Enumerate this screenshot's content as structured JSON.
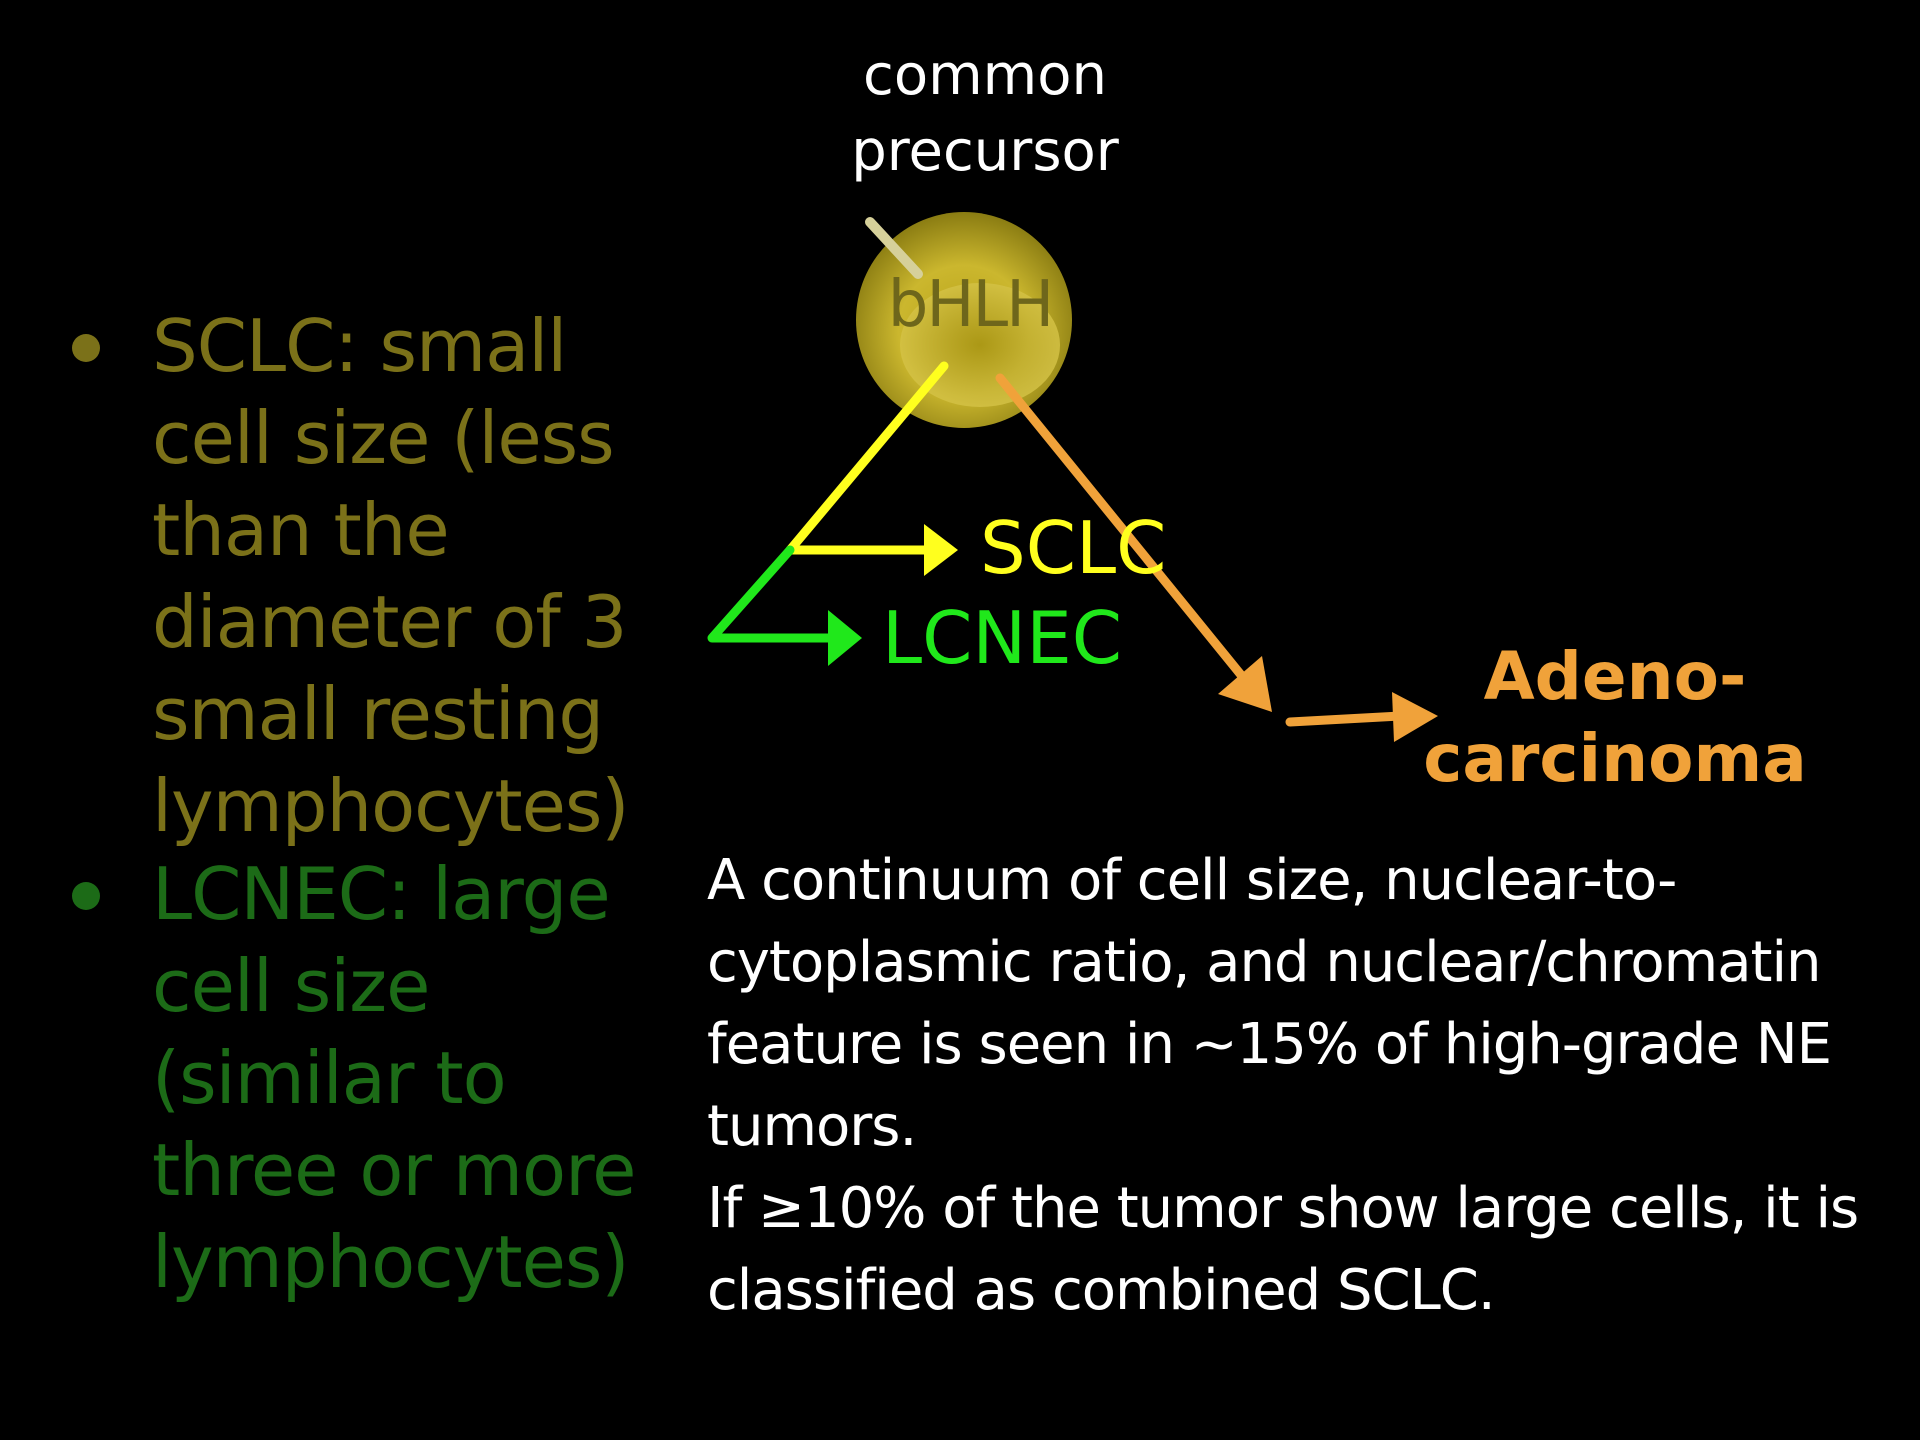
{
  "bullets": [
    {
      "text": "SCLC:  small cell size (less than the diameter of 3 small resting lymphocytes)",
      "color": "#7b7119"
    },
    {
      "text": "LCNEC: large cell size (similar to three or more lymphocytes)",
      "color": "#1c6b17"
    }
  ],
  "diagram": {
    "precursor_label": "common precursor",
    "cell_label": "bHLH",
    "sclc_label": "SCLC",
    "lcnec_label": "LCNEC",
    "adeno_label": "Adeno-carcinoma",
    "colors": {
      "sclc": "#ffff1e",
      "lcnec": "#20e81b",
      "adeno": "#f0a23a",
      "cell": "#c9b628"
    }
  },
  "paragraph": {
    "line1": "A continuum of cell size, nuclear-to-cytoplasmic ratio, and nuclear/chromatin feature is seen in ~15% of high-grade NE tumors.",
    "line2": "If ≥10% of the tumor show large cells, it is classified as combined SCLC."
  }
}
